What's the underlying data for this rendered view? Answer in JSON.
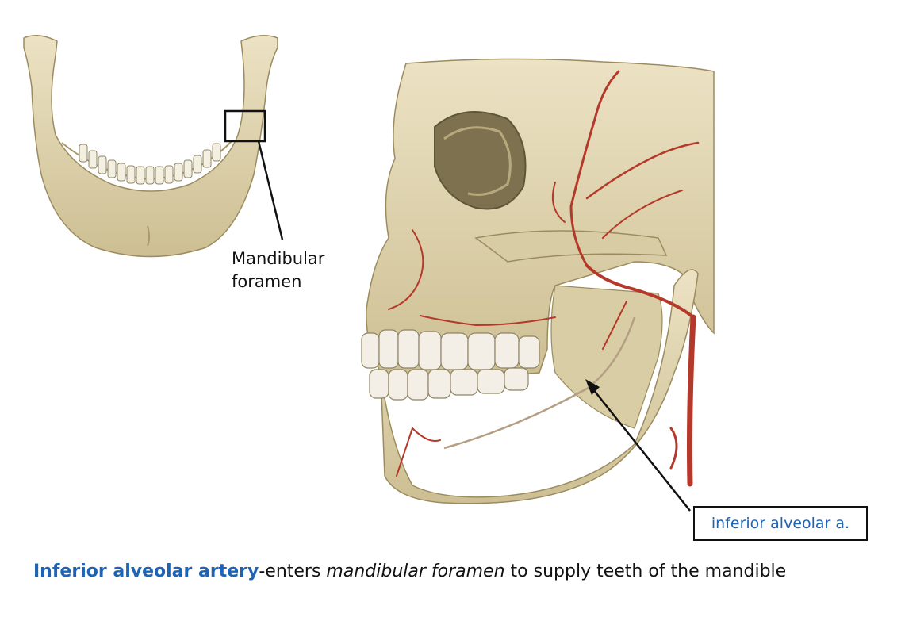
{
  "labels": {
    "mandibular_foramen_line1": "Mandibular",
    "mandibular_foramen_line2": "foramen",
    "inferior_alveolar": "inferior alveolar a."
  },
  "caption": {
    "highlight": "Inferior alveolar artery",
    "part1": "-enters ",
    "italic": "mandibular foramen",
    "part2": " to supply teeth of the mandible"
  },
  "colors": {
    "bone": "#e3d7b2",
    "bone_shadow": "#b8a97c",
    "artery": "#b5392a",
    "label_blue": "#1f63b5",
    "line": "#111111"
  }
}
